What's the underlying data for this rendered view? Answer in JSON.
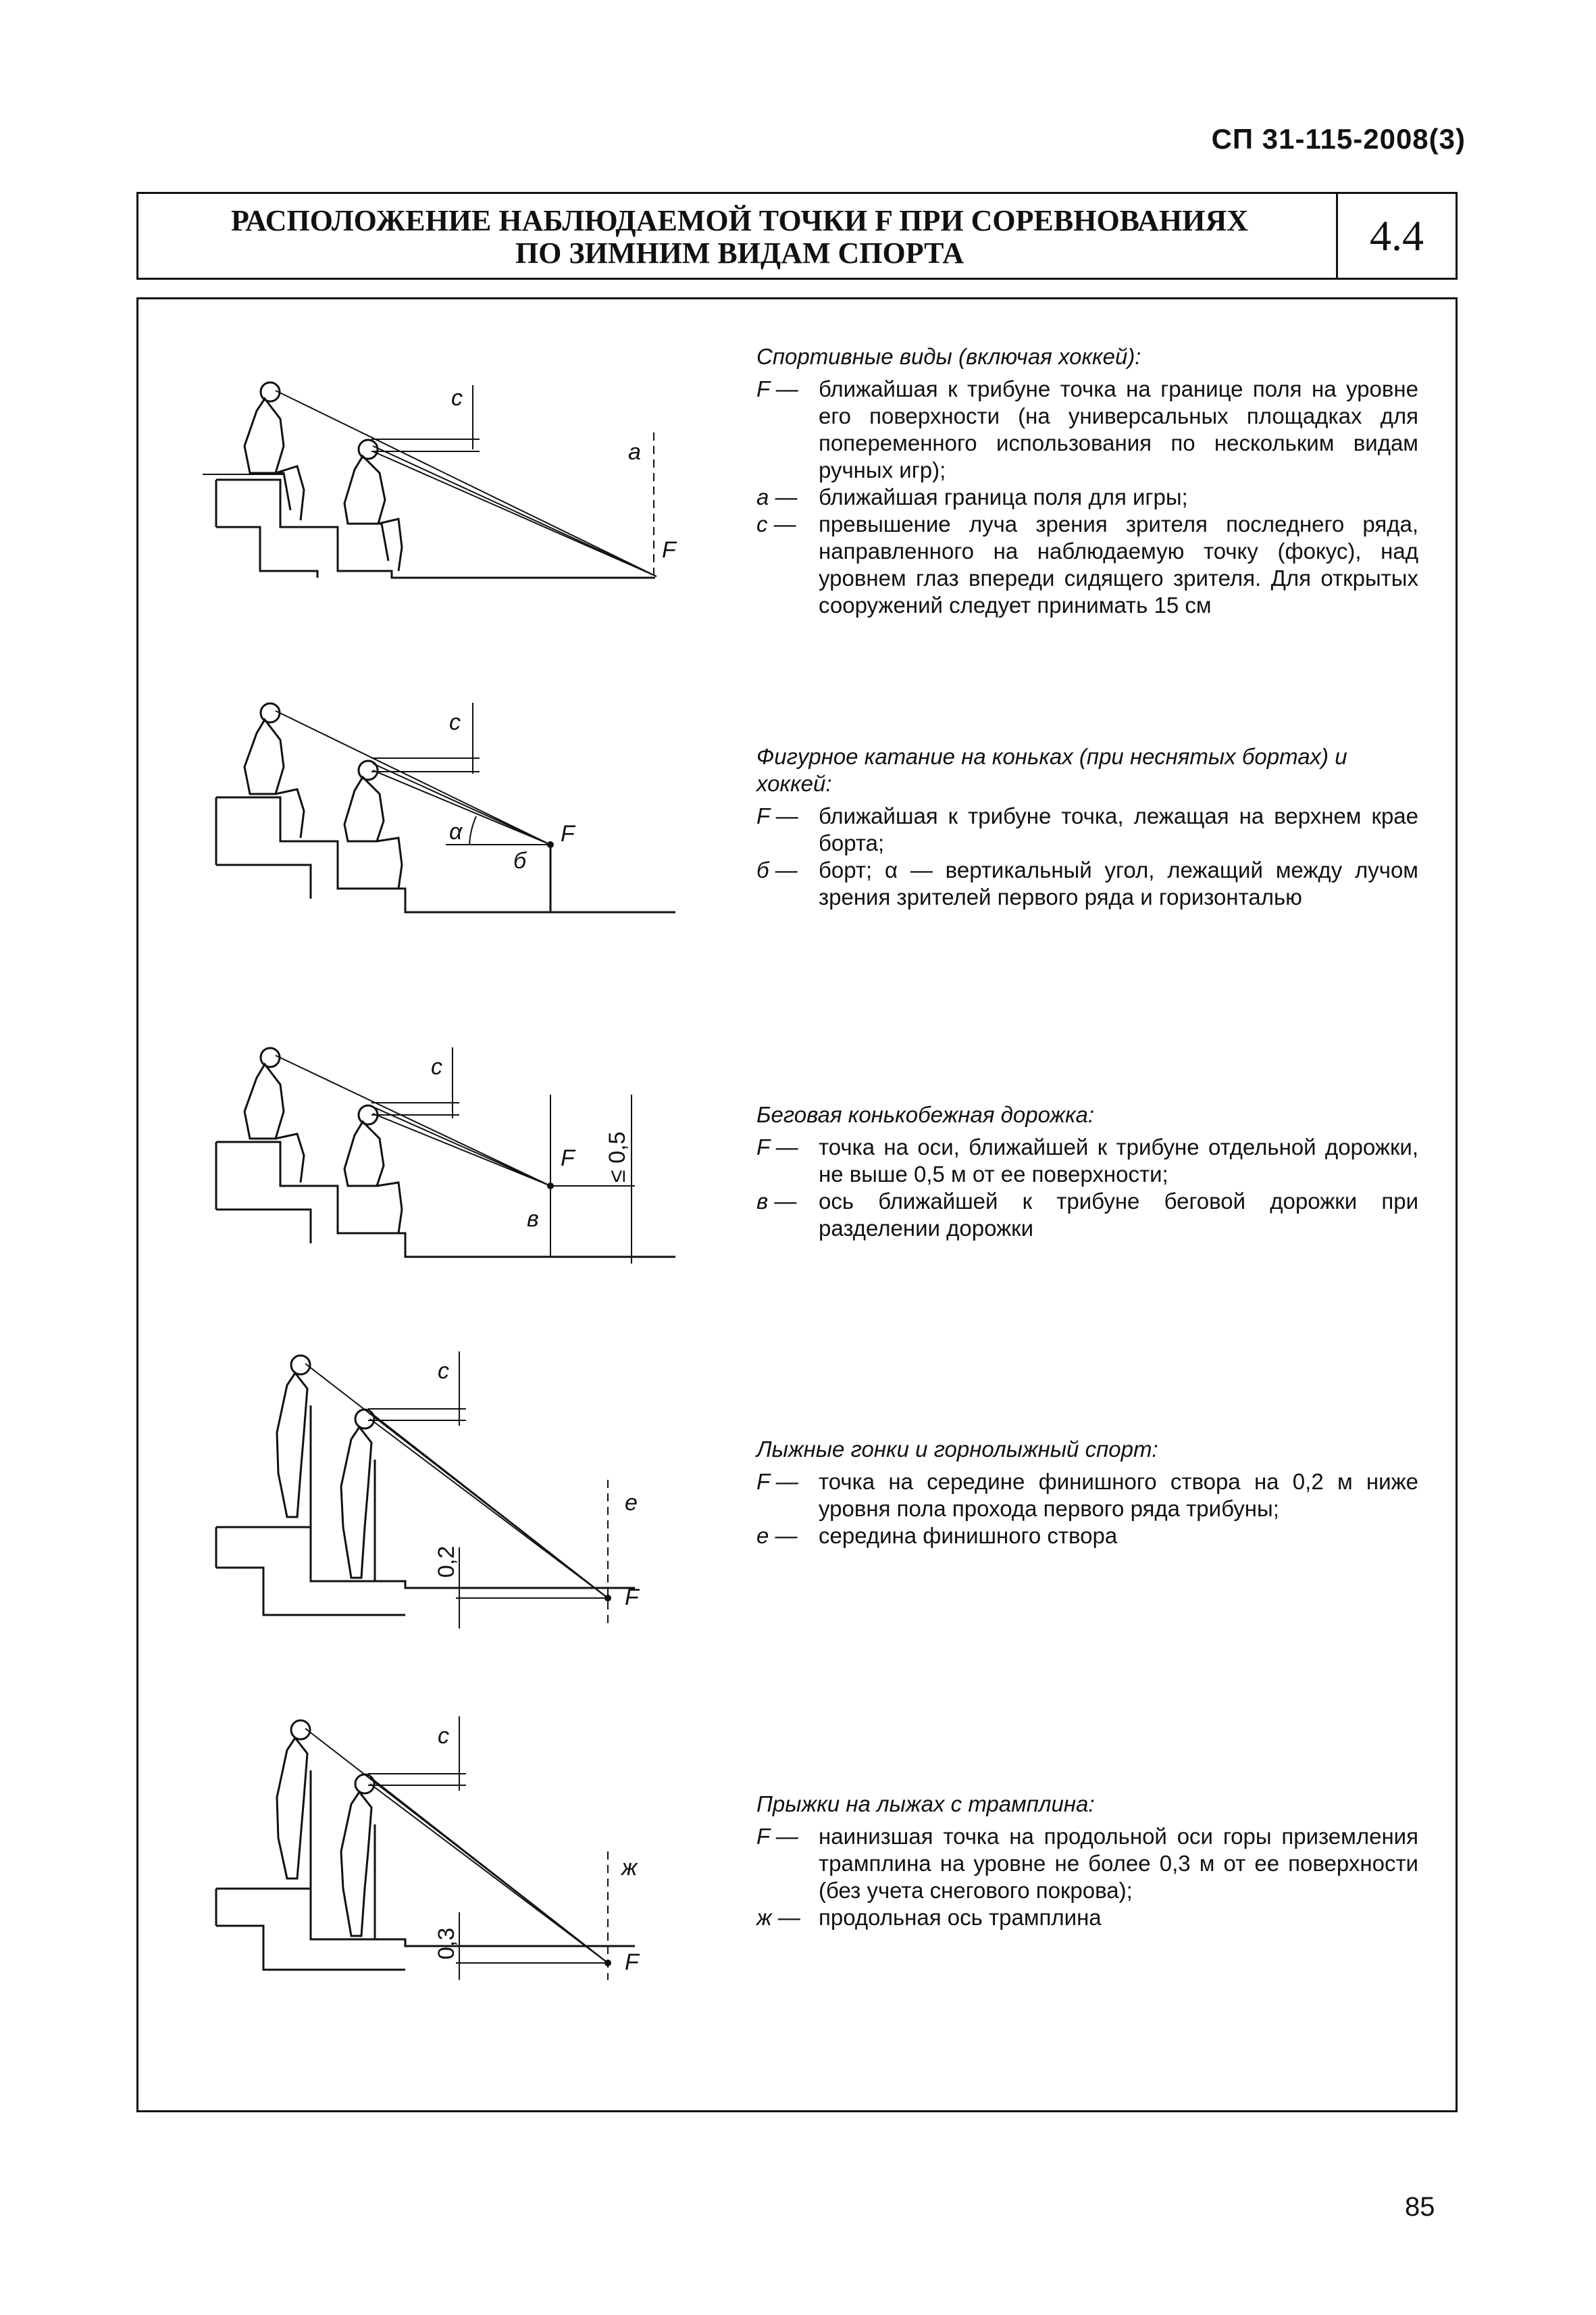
{
  "header": {
    "doc_code": "СП 31-115-2008(3)"
  },
  "title": {
    "text_line1": "РАСПОЛОЖЕНИЕ НАБЛЮДАЕМОЙ ТОЧКИ F ПРИ СОРЕВНОВАНИЯХ",
    "text_line2": "ПО ЗИМНИМ ВИДАМ СПОРТА",
    "number": "4.4"
  },
  "sections": [
    {
      "caption": "Спортивные виды (включая хоккей):",
      "items": [
        {
          "key": "F —",
          "text": "ближайшая к трибуне точка на границе поля на уровне его поверхности (на универсальных площадках для попеременного использования по нескольким видам ручных игр);"
        },
        {
          "key": "a —",
          "text": "ближайшая граница поля для игры;"
        },
        {
          "key": "c —",
          "text": "превышение луча зрения зрителя последнего ряда, направленного на наблюдаемую точку (фокус), над уровнем глаз впереди сидящего зрителя. Для открытых сооружений следует принимать 15 см"
        }
      ],
      "fig": {
        "c": "c",
        "a": "a",
        "F": "F"
      }
    },
    {
      "caption": "Фигурное катание на коньках (при неснятых бортах) и хоккей:",
      "items": [
        {
          "key": "F —",
          "text": "ближайшая к трибуне точка, лежащая на верхнем крае борта;"
        },
        {
          "key": "б —",
          "text": "борт; α — вертикальный угол, лежащий между лучом зрения зрителей первого ряда и горизонталью"
        }
      ],
      "fig": {
        "c": "c",
        "alpha": "α",
        "b": "б",
        "F": "F"
      }
    },
    {
      "caption": "Беговая конькобежная дорожка:",
      "items": [
        {
          "key": "F —",
          "text": "точка на оси, ближайшей к трибуне отдельной дорожки, не выше 0,5 м от ее поверхности;"
        },
        {
          "key": "в —",
          "text": "ось ближайшей к трибуне беговой дорожки при разделении дорожки"
        }
      ],
      "fig": {
        "c": "c",
        "F": "F",
        "v": "в",
        "dim": "≤ 0,5"
      }
    },
    {
      "caption": "Лыжные гонки и горнолыжный спорт:",
      "items": [
        {
          "key": "F —",
          "text": "точка на середине финишного створа на 0,2 м ниже уровня пола прохода первого ряда трибуны;"
        },
        {
          "key": "е —",
          "text": "середина финишного створа"
        }
      ],
      "fig": {
        "c": "c",
        "e": "e",
        "F": "F",
        "dim": "0,2"
      }
    },
    {
      "caption": "Прыжки на лыжах с трамплина:",
      "items": [
        {
          "key": "F —",
          "text": "наинизшая точка на продольной оси горы приземления трамплина на уровне не более 0,3 м от ее поверхности (без учета снегового покрова);"
        },
        {
          "key": "ж —",
          "text": "продольная ось трамплина"
        }
      ],
      "fig": {
        "c": "c",
        "zh": "ж",
        "F": "F",
        "dim": "0,3"
      }
    }
  ],
  "page_number": "85"
}
